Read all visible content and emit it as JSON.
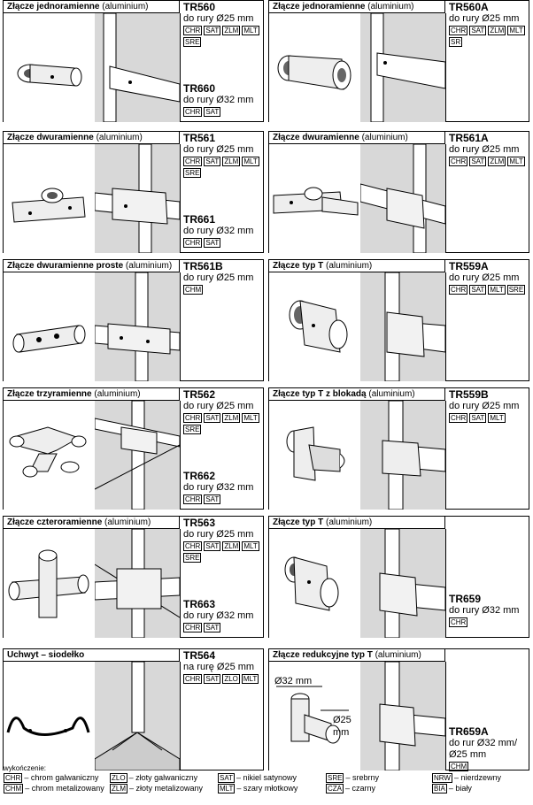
{
  "cards": [
    {
      "title_bold": "Złącze jednoramienne",
      "title_rest": " (aluminium)",
      "code": "TR560",
      "desc": "do rury Ø25 mm",
      "badges": [
        "CHR",
        "SAT",
        "ZLM",
        "MLT",
        "SRE"
      ],
      "code2": "TR660",
      "desc2": "do rury Ø32 mm",
      "badges2": [
        "CHR",
        "SAT"
      ]
    },
    {
      "title_bold": "Złącze jednoramienne",
      "title_rest": " (aluminium)",
      "code": "TR560A",
      "desc": "do rury Ø25 mm",
      "badges": [
        "CHR",
        "SAT",
        "ZLM",
        "MLT",
        "SR"
      ]
    },
    {
      "title_bold": "Złącze dwuramienne",
      "title_rest": " (aluminium)",
      "code": "TR561",
      "desc": "do rury Ø25 mm",
      "badges": [
        "CHR",
        "SAT",
        "ZLM",
        "MLT",
        "SRE"
      ],
      "code2": "TR661",
      "desc2": "do rury Ø32 mm",
      "badges2": [
        "CHR",
        "SAT"
      ]
    },
    {
      "title_bold": "Złącze dwuramienne",
      "title_rest": " (aluminium)",
      "code": "TR561A",
      "desc": "do rury Ø25 mm",
      "badges": [
        "CHR",
        "SAT",
        "ZLM",
        "MLT"
      ]
    },
    {
      "title_bold": "Złącze dwuramienne proste",
      "title_rest": " (aluminium)",
      "code": "TR561B",
      "desc": "do rury Ø25 mm",
      "badges": [
        "CHM"
      ]
    },
    {
      "title_bold": "Złącze typ T",
      "title_rest": " (aluminium)",
      "code": "TR559A",
      "desc": "do rury Ø25 mm",
      "badges": [
        "CHR",
        "SAT",
        "MLT",
        "SRE"
      ]
    },
    {
      "title_bold": "Złącze trzyramienne",
      "title_rest": " (aluminium)",
      "code": "TR562",
      "desc": "do rury Ø25 mm",
      "badges": [
        "CHR",
        "SAT",
        "ZLM",
        "MLT",
        "SRE"
      ],
      "code2": "TR662",
      "desc2": "do rury Ø32 mm",
      "badges2": [
        "CHR",
        "SAT"
      ]
    },
    {
      "title_bold": "Złącze typ T z blokadą",
      "title_rest": " (aluminium)",
      "code": "TR559B",
      "desc": "do rury Ø25 mm",
      "badges": [
        "CHR",
        "SAT",
        "MLT"
      ]
    },
    {
      "title_bold": "Złącze czteroramienne",
      "title_rest": " (aluminium)",
      "code": "TR563",
      "desc": "do rury Ø25 mm",
      "badges": [
        "CHR",
        "SAT",
        "ZLM",
        "MLT",
        "SRE"
      ],
      "code2": "TR663",
      "desc2": "do rury Ø32 mm",
      "badges2": [
        "CHR",
        "SAT"
      ]
    },
    {
      "title_bold": "Złącze typ T",
      "title_rest": " (aluminium)",
      "code": "",
      "desc": "",
      "badges": [],
      "code2": "TR659",
      "desc2": "do rury Ø32 mm",
      "badges2": [
        "CHR"
      ]
    },
    {
      "title_bold": "Uchwyt – siodełko",
      "title_rest": "",
      "code": "TR564",
      "desc": "na rurę Ø25 mm",
      "badges": [
        "CHR",
        "SAT",
        "ZLO",
        "MLT"
      ]
    },
    {
      "title_bold": "Złącze redukcyjne typ T",
      "title_rest": " (aluminium)",
      "code": "",
      "desc": "",
      "badges": [],
      "code2": "TR659A",
      "desc2": "do rur Ø32 mm/Ø25 mm",
      "badges2": [
        "CHM"
      ],
      "dim1": "Ø32 mm",
      "dim2": "Ø25",
      "dim3": "mm"
    }
  ],
  "legend": {
    "title": "wykończenie:",
    "items": [
      {
        "code": "CHR",
        "label": "– chrom galwaniczny"
      },
      {
        "code": "ZLO",
        "label": "– złoty galwaniczny"
      },
      {
        "code": "SAT",
        "label": "– nikiel satynowy"
      },
      {
        "code": "SRE",
        "label": "– srebrny"
      },
      {
        "code": "NRW",
        "label": "– nierdzewny"
      },
      {
        "code": "CHM",
        "label": "– chrom metalizowany"
      },
      {
        "code": "ZLM",
        "label": "– złoty metalizowany"
      },
      {
        "code": "MLT",
        "label": "– szary młotkowy"
      },
      {
        "code": "CZA",
        "label": "– czarny"
      },
      {
        "code": "BIA",
        "label": "– biały"
      }
    ]
  }
}
